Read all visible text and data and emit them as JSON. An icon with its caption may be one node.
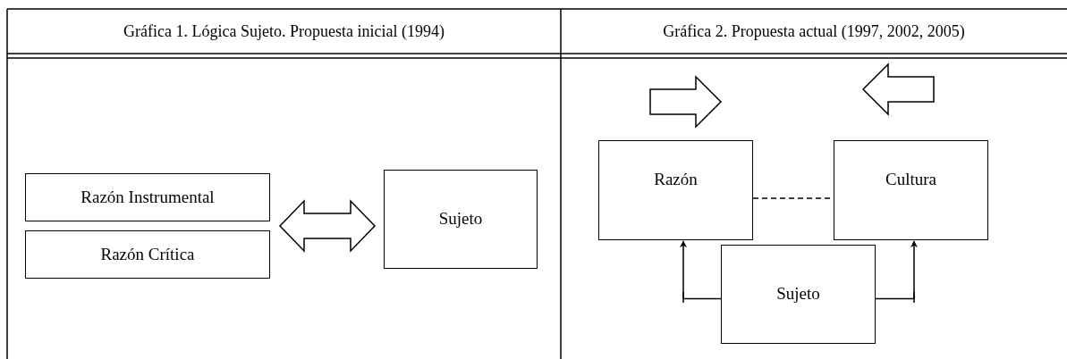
{
  "diagram": {
    "nodes": [
      {
        "text": [
          "Razón Instrumental"
        ]
      },
      {
        "text": [
          "Razón Crítica"
        ]
      },
      {
        "text": [
          "Sujeto"
        ]
      },
      {
        "text": [
          "Razón"
        ]
      },
      {
        "text": [
          "Cultura"
        ]
      },
      {
        "text": [
          "Sujeto"
        ]
      }
    ],
    "edges": [
      {
        "from": 0,
        "to": 2,
        "arrow": "both"
      },
      {
        "from": 1,
        "to": 2,
        "arrow": "both"
      },
      {
        "from": 3,
        "to": 4,
        "arrow": "none",
        "style": "dashed"
      },
      {
        "from": 5,
        "to": 3,
        "arrow": "to"
      },
      {
        "from": 5,
        "to": 4,
        "arrow": "to"
      }
    ],
    "labels": [
      "Gráfica 1. Lógica Sujeto. Propuesta inicial (1994)",
      "Gráfica 2. Propuesta actual (1997, 2002, 2005)"
    ]
  }
}
